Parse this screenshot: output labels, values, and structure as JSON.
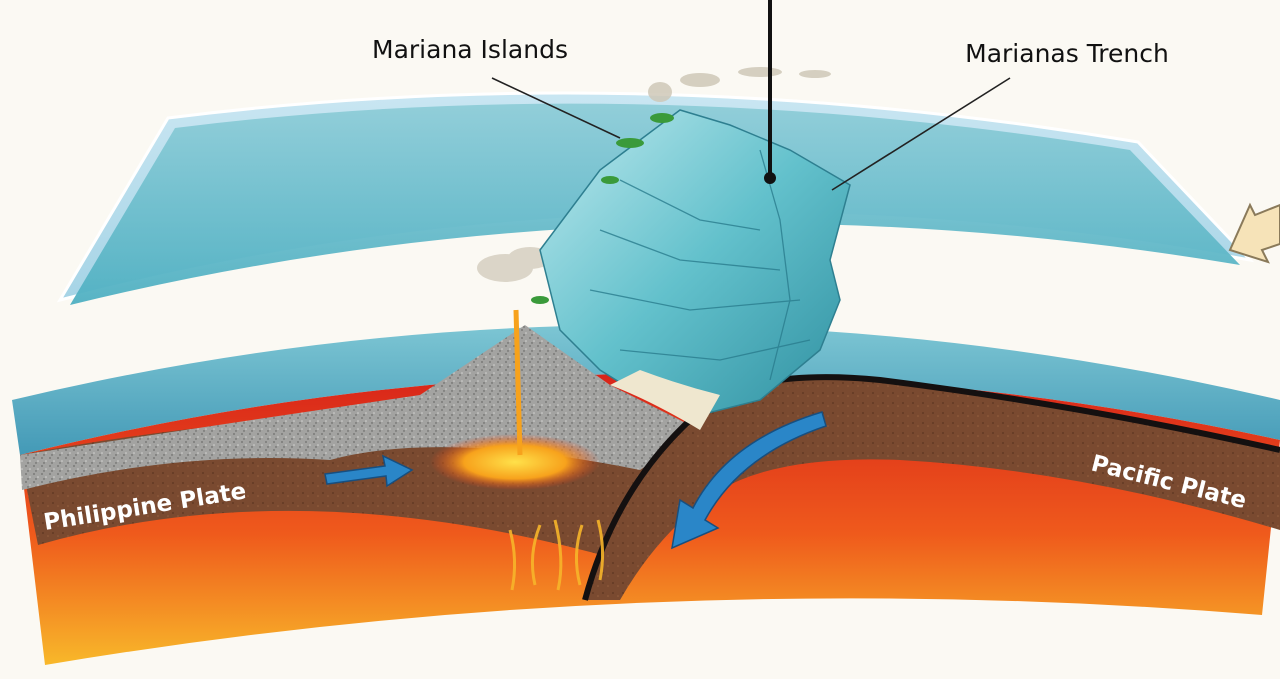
{
  "labels": {
    "islands": "Mariana Islands",
    "trench": "Marianas Trench",
    "philippine_plate": "Philippine Plate",
    "pacific_plate": "Pacific Plate"
  },
  "colors": {
    "ocean": "#5fb6c4",
    "ocean_light": "#9fd6de",
    "mantle_hot": "#e8321c",
    "mantle_warm": "#f5a21d",
    "crust_brown": "#7a4a30",
    "volcanic_rock": "#9a9a98",
    "arrow_blue": "#2a86c8",
    "island_green": "#3a9a3a"
  }
}
